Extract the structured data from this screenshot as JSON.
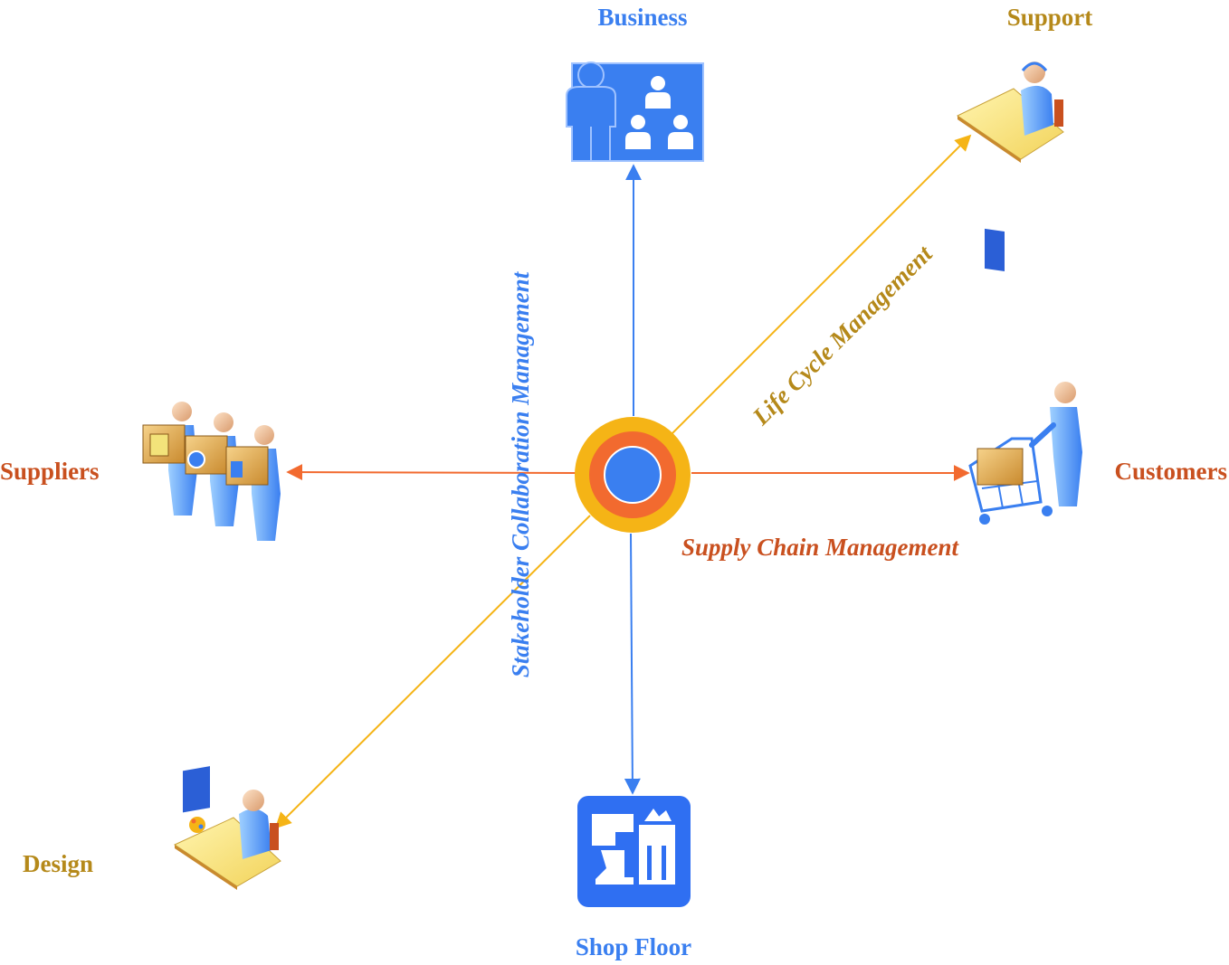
{
  "colors": {
    "blue": "#3a7ff0",
    "orange": "#f26a2f",
    "yellow": "#f5b416",
    "business_text": "#3a7ff0",
    "support_text": "#b5891a",
    "suppliers_text": "#c9501f",
    "customers_text": "#c9501f",
    "design_text": "#b5891a",
    "shopfloor_text": "#3a7ff0",
    "lifecycle_text": "#b5891a",
    "supplychain_text": "#c9501f",
    "stakeholder_text": "#3a7ff0"
  },
  "nodes": {
    "business": {
      "label": "Business",
      "icon": "meeting-presentation-icon"
    },
    "support": {
      "label": "Support",
      "icon": "support-agent-desk-icon"
    },
    "suppliers": {
      "label": "Suppliers",
      "icon": "workers-carrying-boxes-icon"
    },
    "customers": {
      "label": "Customers",
      "icon": "shopping-cart-customer-icon"
    },
    "design": {
      "label": "Design",
      "icon": "designer-desk-icon"
    },
    "shop_floor": {
      "label": "Shop Floor",
      "icon": "factory-machine-icon"
    }
  },
  "axes": {
    "lifecycle": "Life Cycle Management",
    "supplychain": "Supply Chain Management",
    "stakeholder": "Stakeholder Collaboration Management"
  },
  "hub": {
    "icon": "concentric-hub-icon"
  }
}
